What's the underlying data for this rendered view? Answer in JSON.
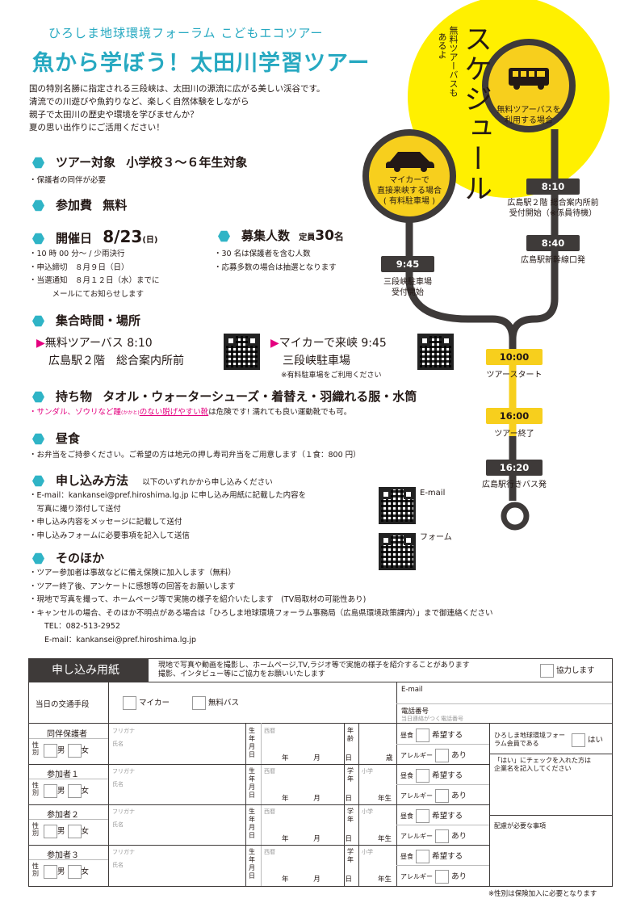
{
  "header": {
    "subtitle": "ひろしま地球環境フォーラム こどもエコツアー",
    "title": "魚から学ぼう！太田川学習ツアー",
    "intro": [
      "国の特別名勝に指定される三段峡は、太田川の源流に広がる美しい渓谷です。",
      "清流での川遊びや魚釣りなど、楽しく自然体験をしながら",
      "親子で太田川の歴史や環境を学びませんか？",
      "夏の思い出作りにご活用ください！"
    ]
  },
  "target": {
    "label": "ツアー対象",
    "value": "小学校３～６年生対象",
    "note": "・保護者の同伴が必要"
  },
  "fee": {
    "label": "参加費",
    "value": "無料"
  },
  "date": {
    "label": "開催日",
    "value": "8/23",
    "dow": "(日)",
    "notes": [
      "・10 時 00 分～ / 少雨決行",
      "・申込締切　８月９日（日）",
      "・当選通知　８月１２日（水）までに",
      "　　　メールにてお知らせします"
    ]
  },
  "capacity": {
    "label": "募集人数",
    "small": "定員",
    "num": "30",
    "unit": "名",
    "notes": [
      "・30 名は保護者を含む人数",
      "・応募多数の場合は抽選となります"
    ]
  },
  "meeting": {
    "label": "集合時間・場所",
    "bus_line1": "無料ツアーバス 8:10",
    "bus_line2": "広島駅２階　総合案内所前",
    "car_line1": "マイカーで来峡 9:45",
    "car_line2": "三段峡駐車場",
    "car_note": "※有料駐車場をご利用ください"
  },
  "items": {
    "label": "持ち物",
    "value": "タオル・ウォーターシューズ・着替え・羽織れる服・水筒",
    "warn_pre": "・サンダル、ゾウリなど踵",
    "warn_ruby": "(かかと)",
    "warn_mid": "のない脱げやすい靴",
    "warn_post": "は危険です! 濡れても良い運動靴でも可。"
  },
  "lunch": {
    "label": "昼食",
    "note": "・お弁当をご持参ください。ご希望の方は地元の押し寿司弁当をご用意します（１食：800 円）"
  },
  "apply": {
    "label": "申し込み方法",
    "sub": "以下のいずれかから申し込みください",
    "notes": [
      "・E-mail：kankansei@pref.hiroshima.lg.jp に申し込み用紙に記載した内容を",
      "　写真に撮り添付して送付",
      "・申し込み内容をメッセージに記載して送付",
      "・申し込みフォームに必要事項を記入して送信"
    ],
    "qr_email": "E-mail",
    "qr_form": "フォーム"
  },
  "other": {
    "label": "そのほか",
    "notes": [
      "・ツアー参加者は事故などに備え保険に加入します（無料）",
      "・ツアー終了後、アンケートに感想等の回答をお願いします",
      "・現地で写真を撮って、ホームページ等で実施の様子を紹介いたします　(TV局取材の可能性あり)",
      "・キャンセルの場合、そのほか不明点がある場合は「ひろしま地球環境フォーラム事務局（広島県環境政策課内）」まで御連絡ください",
      "　　TEL：082-513-2952",
      "　　E-mail：kankansei@pref.hiroshima.lg.jp"
    ]
  },
  "schedule": {
    "title": "スケジュール",
    "side_note_1": "無料ツアーバスも",
    "side_note_2": "あるよ",
    "bus_circle": [
      "無料ツアーバスを",
      "利用する場合"
    ],
    "car_circle": [
      "マイカーで",
      "直接来峡する場合",
      "( 有料駐車場 )"
    ],
    "steps": [
      {
        "time": "8:10",
        "label": [
          "広島駅２階 総合案内所前",
          "受付開始（※係員待機）"
        ]
      },
      {
        "time": "8:40",
        "label": [
          "広島駅新幹線口発"
        ]
      },
      {
        "time": "9:45",
        "label": [
          "三段峡駐車場",
          "受付開始"
        ]
      },
      {
        "time": "10:00",
        "label": [
          "ツアースタート"
        ]
      },
      {
        "time": "16:00",
        "label": [
          "ツアー終了"
        ]
      },
      {
        "time": "16:20",
        "label": [
          "広島駅行きバス発"
        ]
      }
    ]
  },
  "form": {
    "title": "申し込み用紙",
    "consent": [
      "現地で写真や動画を撮影し、ホームページ,TV,ラジオ等で実施の様子を紹介することがあります",
      "撮影、インタビュー等にご協力をお願いいたします"
    ],
    "consent_check": "協力します",
    "transport": "当日の交通手段",
    "opt_car": "マイカー",
    "opt_bus": "無料バス",
    "email": "E-mail",
    "phone": "電話番号",
    "phone_note": "当日連絡がつく電話番号",
    "furigana": "フリガナ",
    "name": "氏名",
    "birth": "生年月日",
    "seireki": "西暦",
    "year": "年",
    "month": "月",
    "day": "日",
    "age": "年齢",
    "sai": "歳",
    "grade": "学年",
    "shogaku": "小学",
    "nensei": "年生",
    "sex": "性別",
    "male": "男",
    "female": "女",
    "lunch": "昼食",
    "lunch_opt": "希望する",
    "allergy": "アレルギー",
    "allergy_opt": "あり",
    "rows": [
      "同伴保護者",
      "参加者１",
      "参加者２",
      "参加者３"
    ],
    "member_q": "ひろしま地球環境フォーラム会員である",
    "member_yes": "はい",
    "member_note": [
      "「はい」にチェックを入れた方は",
      "企業名を記入してください"
    ],
    "care": "配慮が必要な事項",
    "footnote": "※性別は保険加入に必要となります"
  }
}
